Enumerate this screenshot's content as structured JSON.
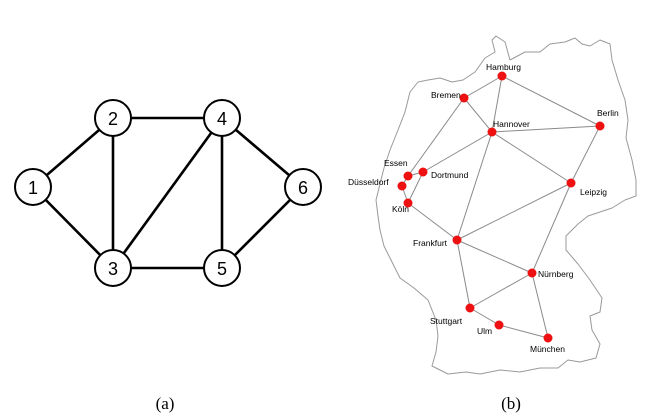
{
  "panel_a": {
    "caption": "(a)",
    "nodes": [
      "1",
      "2",
      "3",
      "4",
      "5",
      "6"
    ],
    "edges": [
      [
        "1",
        "2"
      ],
      [
        "1",
        "3"
      ],
      [
        "2",
        "3"
      ],
      [
        "2",
        "4"
      ],
      [
        "3",
        "4"
      ],
      [
        "3",
        "5"
      ],
      [
        "4",
        "5"
      ],
      [
        "4",
        "6"
      ],
      [
        "5",
        "6"
      ]
    ]
  },
  "panel_b": {
    "caption": "(b)",
    "cities": [
      "Hamburg",
      "Bremen",
      "Berlin",
      "Hannover",
      "Essen",
      "Dortmund",
      "Düsseldorf",
      "Köln",
      "Leipzig",
      "Frankfurt",
      "Nürnberg",
      "Stuttgart",
      "Ulm",
      "München"
    ],
    "links": [
      [
        "Hamburg",
        "Bremen"
      ],
      [
        "Hamburg",
        "Hannover"
      ],
      [
        "Hamburg",
        "Berlin"
      ],
      [
        "Bremen",
        "Hannover"
      ],
      [
        "Bremen",
        "Essen"
      ],
      [
        "Hannover",
        "Berlin"
      ],
      [
        "Hannover",
        "Dortmund"
      ],
      [
        "Hannover",
        "Leipzig"
      ],
      [
        "Hannover",
        "Frankfurt"
      ],
      [
        "Berlin",
        "Leipzig"
      ],
      [
        "Essen",
        "Dortmund"
      ],
      [
        "Essen",
        "Düsseldorf"
      ],
      [
        "Dortmund",
        "Köln"
      ],
      [
        "Düsseldorf",
        "Köln"
      ],
      [
        "Köln",
        "Frankfurt"
      ],
      [
        "Leipzig",
        "Frankfurt"
      ],
      [
        "Leipzig",
        "Nürnberg"
      ],
      [
        "Frankfurt",
        "Nürnberg"
      ],
      [
        "Frankfurt",
        "Stuttgart"
      ],
      [
        "Nürnberg",
        "Stuttgart"
      ],
      [
        "Nürnberg",
        "München"
      ],
      [
        "Stuttgart",
        "Ulm"
      ],
      [
        "Ulm",
        "München"
      ]
    ]
  },
  "colors": {
    "node_fill": "#ffffff",
    "edge": "#000000",
    "city_dot": "#ee1111",
    "link": "#8a8a8a",
    "border": "#9a9a9a"
  }
}
